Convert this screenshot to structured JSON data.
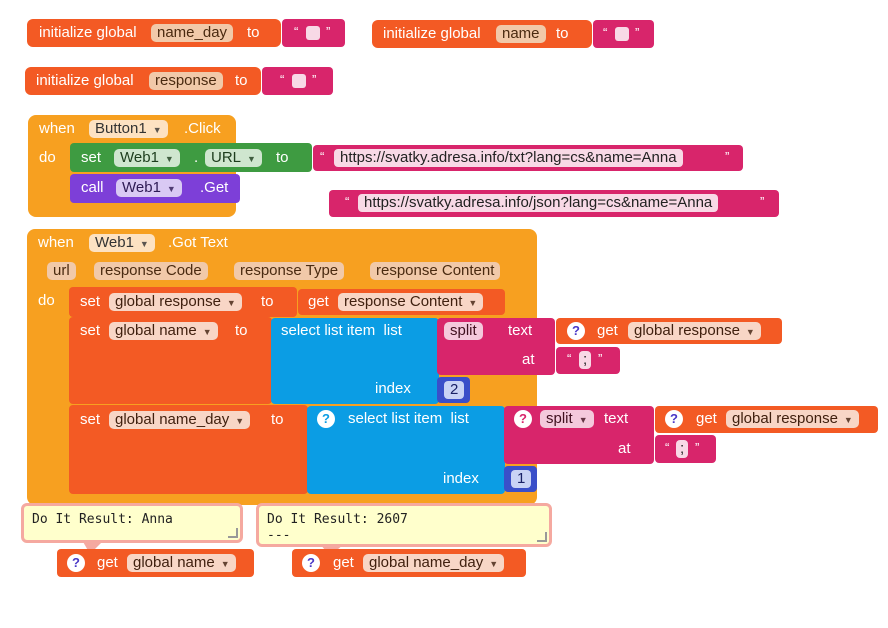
{
  "globals": [
    {
      "prefix": "initialize global",
      "name": "name_day",
      "to": "to",
      "value": ""
    },
    {
      "prefix": "initialize global",
      "name": "name",
      "to": "to",
      "value": ""
    },
    {
      "prefix": "initialize global",
      "name": "response",
      "to": "to",
      "value": ""
    }
  ],
  "click_event": {
    "when": "when",
    "component": "Button1",
    "event": ".Click",
    "do": "do",
    "set": "set",
    "set_component": "Web1",
    "dot": ".",
    "property": "URL",
    "to": "to",
    "url_text": "https://svatky.adresa.info/txt?lang=cs&name=Anna",
    "call": "call",
    "call_component": "Web1",
    "method": ".Get"
  },
  "loose_string": "https://svatky.adresa.info/json?lang=cs&name=Anna",
  "gottext_event": {
    "when": "when",
    "component": "Web1",
    "event": ".Got Text",
    "params": [
      "url",
      "response Code",
      "response Type",
      "response Content"
    ],
    "do": "do",
    "set1": {
      "set": "set",
      "var": "global response",
      "to": "to",
      "get": "get",
      "value": "response Content"
    },
    "set2": {
      "set": "set",
      "var": "global name",
      "to": "to",
      "select": "select list item",
      "list": "list",
      "split": "split",
      "text": "text",
      "get": "get",
      "get_var": "global response",
      "at": "at",
      "at_value": ";",
      "index": "index",
      "index_value": "2"
    },
    "set3": {
      "set": "set",
      "var": "global name_day",
      "to": "to",
      "select": "select list item",
      "list": "list",
      "split": "split",
      "text": "text",
      "get": "get",
      "get_var": "global response",
      "at": "at",
      "at_value": ";",
      "index": "index",
      "index_value": "1"
    }
  },
  "results": [
    {
      "text": "Do It Result: Anna",
      "get": "get",
      "var": "global name"
    },
    {
      "text": "Do It Result: 2607",
      "extra": "---",
      "get": "get",
      "var": "global name_day"
    }
  ],
  "icons": {
    "help": "question-mark-icon",
    "dropdown": "chevron-down-icon"
  },
  "colors": {
    "event": "#f7a020",
    "variable": "#f35a24",
    "text": "#d8256b",
    "component_set": "#3e9b41",
    "component_call": "#7d3fd8",
    "list": "#0b9de4",
    "math": "#3a4fc9"
  }
}
